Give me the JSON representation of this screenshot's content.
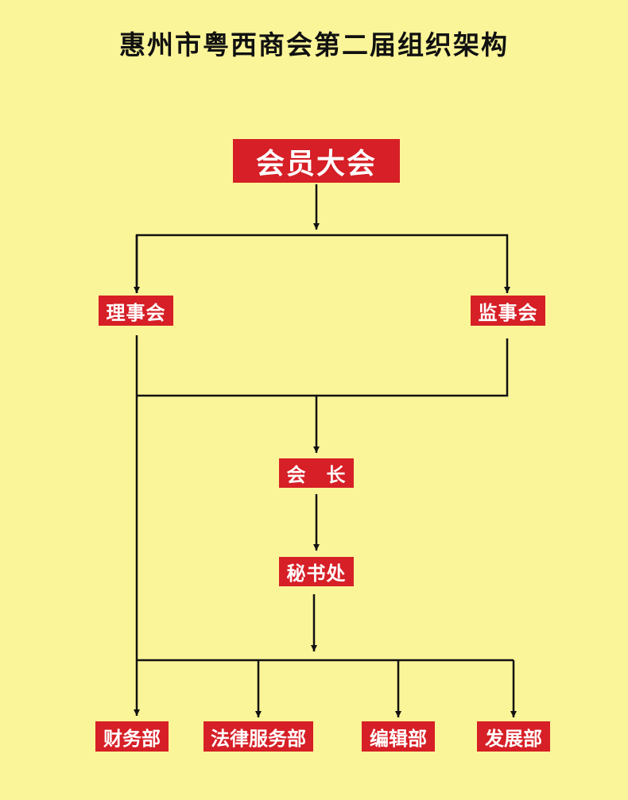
{
  "title": "惠州市粤西商会第二届组织架构",
  "colors": {
    "background": "#fbf599",
    "box": "#d61f26",
    "box_text": "#ffffff",
    "line": "#111111"
  },
  "nodes": {
    "general_assembly": "会员大会",
    "council": "理事会",
    "supervisory_board": "监事会",
    "president": "会　长",
    "secretariat": "秘书处",
    "finance_dept": "财务部",
    "legal_dept": "法律服务部",
    "editorial_dept": "编辑部",
    "development_dept": "发展部"
  }
}
